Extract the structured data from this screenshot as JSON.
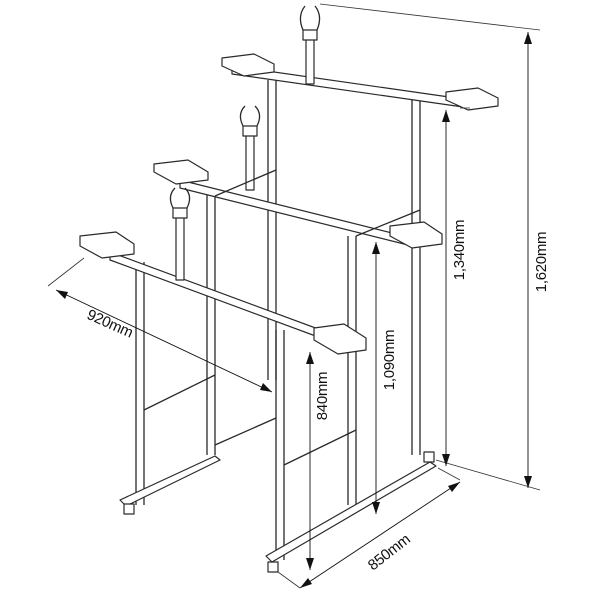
{
  "dimensions": {
    "overall_height": "1,620mm",
    "middle_tier_height": "1,340mm",
    "lower_tier_height": "1,090mm",
    "front_tier_height": "840mm",
    "width": "920mm",
    "depth": "850mm"
  }
}
